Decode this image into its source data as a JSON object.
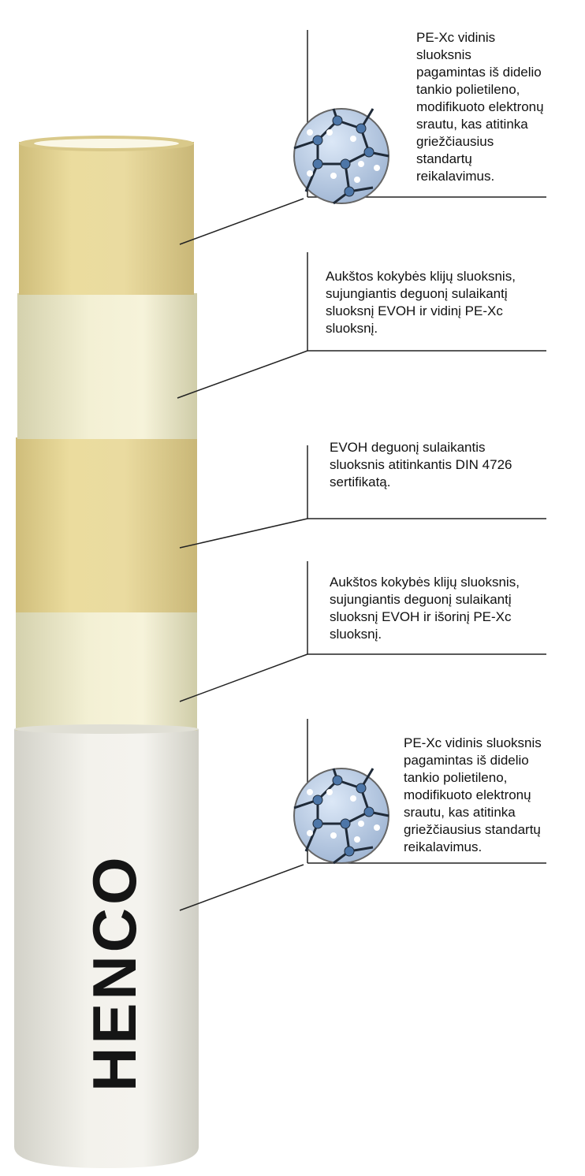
{
  "brand": "HENCO",
  "callouts": [
    {
      "lines": [
        "PE-Xc vidinis",
        "sluoksnis",
        "pagamintas iš didelio",
        "tankio polietileno,",
        "modifikuoto elektronų",
        "srautu, kas atitinka",
        "griežčiausius",
        "standartų",
        "reikalavimus."
      ]
    },
    {
      "lines": [
        "Aukštos kokybės klijų sluoksnis,",
        "sujungiantis deguonį sulaikantį",
        "sluoksnį EVOH ir vidinį PE-Xc",
        "sluoksnį."
      ]
    },
    {
      "lines": [
        "EVOH deguonį sulaikantis",
        "sluoksnis atitinkantis DIN 4726",
        "sertifikatą."
      ]
    },
    {
      "lines": [
        "Aukštos kokybės klijų sluoksnis,",
        "sujungiantis deguonį sulaikantį",
        "sluoksnį EVOH ir išorinį PE-Xc",
        "sluoksnį."
      ]
    },
    {
      "lines": [
        "PE-Xc vidinis sluoksnis",
        "pagamintas iš didelio",
        "tankio polietileno,",
        "modifikuoto elektronų",
        "srautu, kas atitinka",
        "griežčiausius standartų",
        "reikalavimus."
      ]
    }
  ],
  "colors": {
    "yellow": "#e6d79a",
    "cream": "#ece9c8",
    "white": "#ecebe3",
    "line": "#222222"
  }
}
